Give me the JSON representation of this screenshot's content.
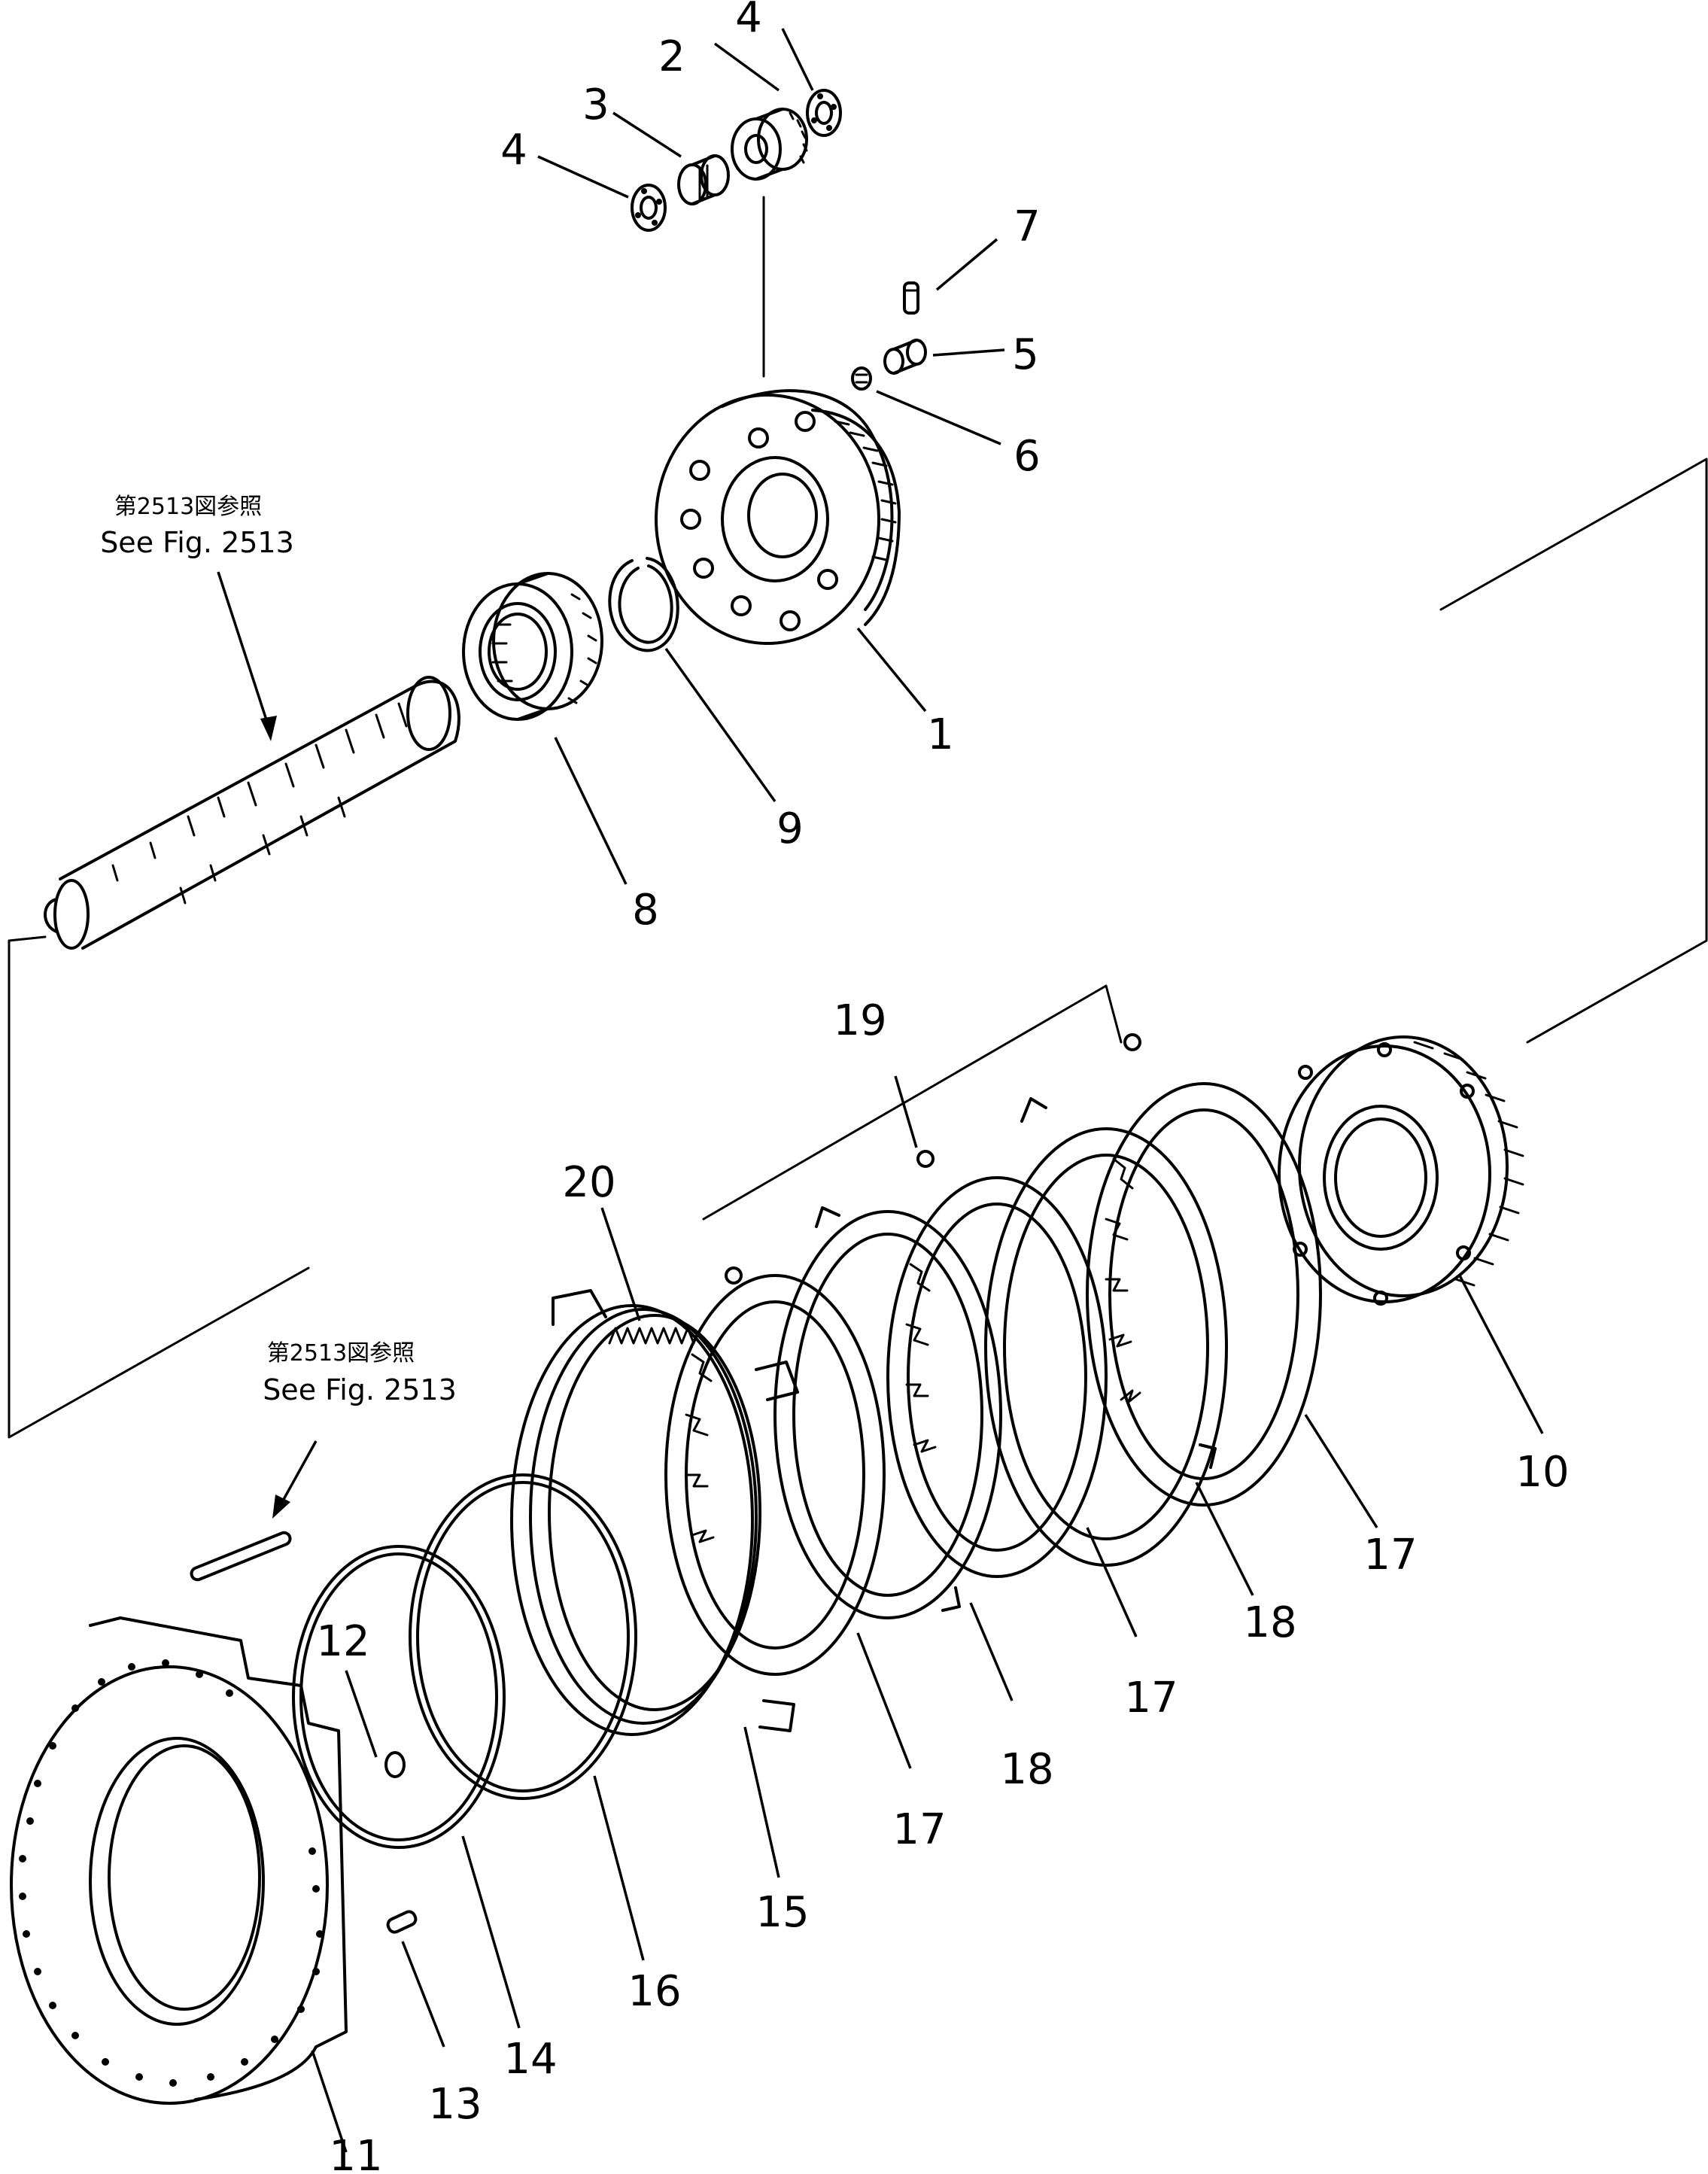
{
  "references": [
    {
      "jp": "第2513図参照",
      "en": "See Fig. 2513"
    },
    {
      "jp": "第2513図参照",
      "en": "See Fig. 2513"
    }
  ],
  "callouts": [
    "4",
    "2",
    "3",
    "4",
    "7",
    "5",
    "6",
    "1",
    "9",
    "8",
    "19",
    "20",
    "10",
    "17",
    "18",
    "17",
    "18",
    "17",
    "15",
    "16",
    "14",
    "13",
    "12",
    "11"
  ]
}
